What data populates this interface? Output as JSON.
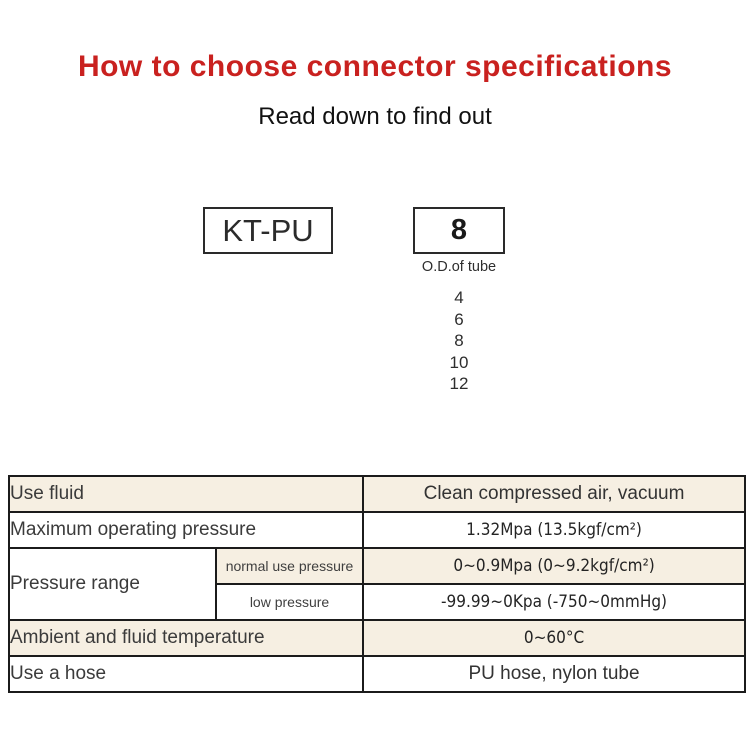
{
  "header": {
    "title": "How to choose connector specifications",
    "subtitle": "Read down to find out",
    "title_color": "#c9211f"
  },
  "model_selector": {
    "series_code": "KT-PU",
    "size_code": "8",
    "size_code_label": "O.D.of tube",
    "size_options": [
      "4",
      "6",
      "8",
      "10",
      "12"
    ]
  },
  "spec_table": {
    "highlight_color": "#f6efe2",
    "border_color": "#1b1b1b",
    "rows": [
      {
        "label": "Use fluid",
        "value": "Clean compressed air, vacuum"
      },
      {
        "label": "Maximum operating pressure",
        "value": "1.32Mpa (13.5kgf/cm²)"
      },
      {
        "label": "Pressure range",
        "sublabel": "normal use pressure",
        "value": "0~0.9Mpa (0~9.2kgf/cm²)"
      },
      {
        "sublabel": "low pressure",
        "value": "-99.99~0Kpa (-750~0mmHg)"
      },
      {
        "label": "Ambient and fluid temperature",
        "value": "0~60°C"
      },
      {
        "label": "Use a hose",
        "value": "PU hose, nylon tube"
      }
    ]
  }
}
